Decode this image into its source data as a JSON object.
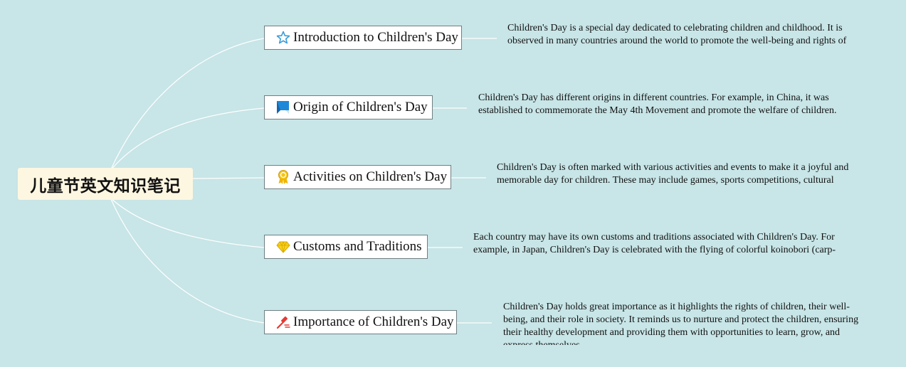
{
  "root": {
    "title": "儿童节英文知识笔记"
  },
  "branches": [
    {
      "label": "Introduction to Children's Day",
      "icon": "star-icon",
      "note": "Children's Day is a special day dedicated to celebrating children and childhood. It is observed in many countries around the world to promote the well-being and rights of children."
    },
    {
      "label": "Origin of Children's Day",
      "icon": "flag-icon",
      "note": "Children's Day has different origins in different countries. For example, in China, it was established to commemorate the May 4th Movement and promote the welfare of children. In other countries, it may have different historical or cultural significance."
    },
    {
      "label": "Activities on Children's Day",
      "icon": "award-ribbon-icon",
      "note": "Children's Day is often marked with various activities and events to make it a joyful and memorable day for children. These may include games, sports competitions, cultural performances, art and craft activities, and special treats or gifts for children."
    },
    {
      "label": "Customs and Traditions",
      "icon": "diamond-icon",
      "note": "Each country may have its own customs and traditions associated with Children's Day. For example, in Japan, Children's Day is celebrated with the flying of colorful koinobori (carp-shaped windsocks) to symbolize strength and determination."
    },
    {
      "label": "Importance of Children's Day",
      "icon": "gavel-icon",
      "note": "Children's Day holds great importance as it highlights the rights of children, their well-being, and their role in society. It reminds us to nurture and protect the children, ensuring their healthy development and providing them with opportunities to learn, grow, and express themselves."
    }
  ]
}
